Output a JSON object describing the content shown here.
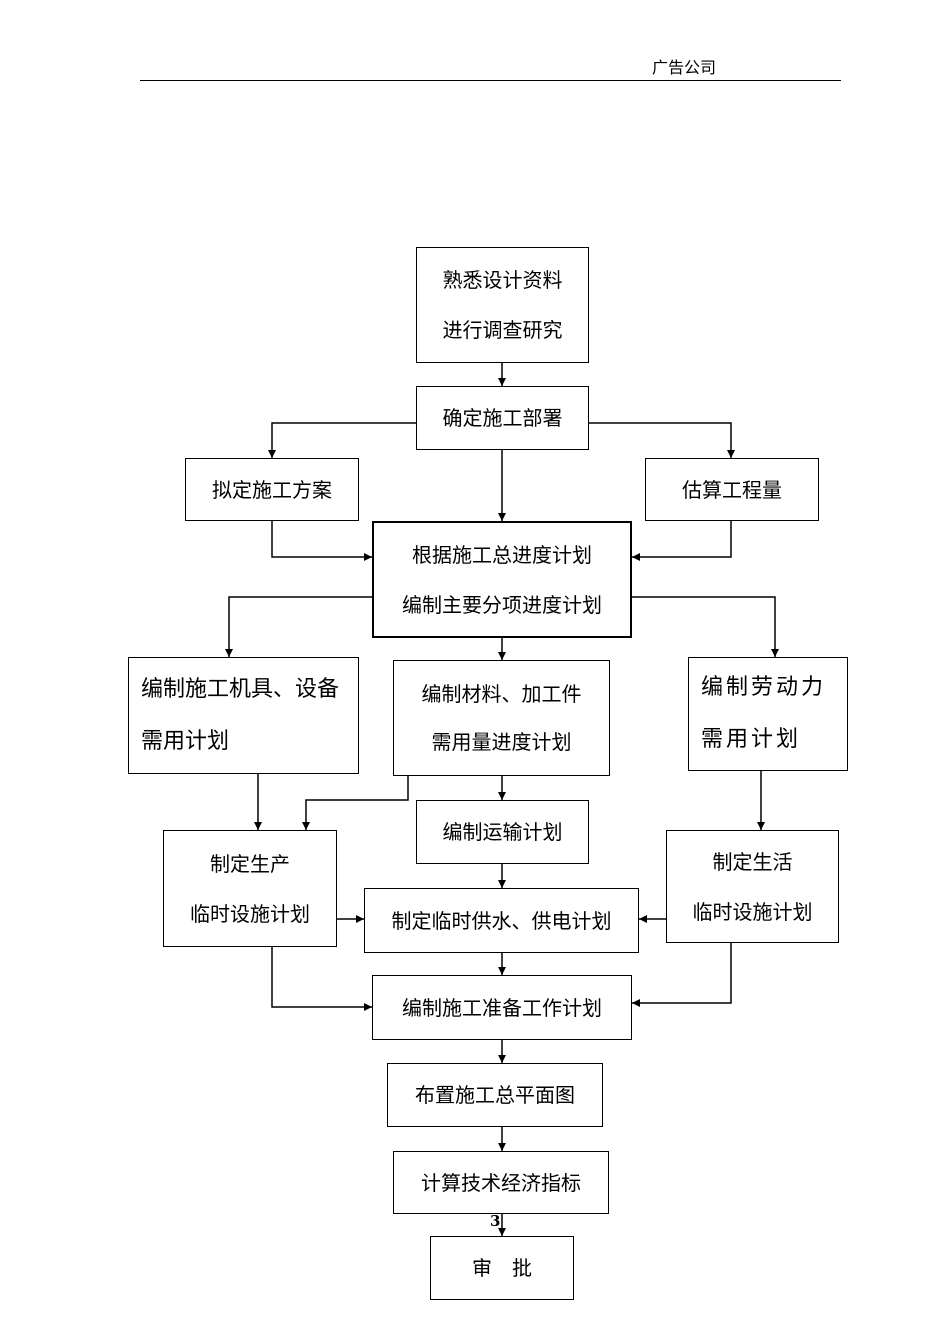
{
  "header": {
    "company": "广告公司"
  },
  "page_number": "3",
  "flowchart": {
    "research": {
      "line1": "熟悉设计资料",
      "line2": "进行调查研究"
    },
    "deployment": {
      "label": "确定施工部署"
    },
    "construction_plan": {
      "label": "拟定施工方案"
    },
    "quantity_estimate": {
      "label": "估算工程量"
    },
    "schedule": {
      "line1": "根据施工总进度计划",
      "line2": "编制主要分项进度计划"
    },
    "equipment_plan": {
      "line1": "编制施工机具、设备",
      "line2": "需用计划"
    },
    "materials_plan": {
      "line1": "编制材料、加工件",
      "line2": "需用量进度计划"
    },
    "labor_plan": {
      "line1": "编制劳动力",
      "line2": "需用计划"
    },
    "production_facilities": {
      "line1": "制定生产",
      "line2": "临时设施计划"
    },
    "transport_plan": {
      "label": "编制运输计划"
    },
    "living_facilities": {
      "line1": "制定生活",
      "line2": "临时设施计划"
    },
    "utilities_plan": {
      "label": "制定临时供水、供电计划"
    },
    "preparation_plan": {
      "label": "编制施工准备工作计划"
    },
    "site_layout": {
      "label": "布置施工总平面图"
    },
    "economic_indicators": {
      "label": "计算技术经济指标"
    },
    "approval": {
      "label": "审　批"
    }
  }
}
